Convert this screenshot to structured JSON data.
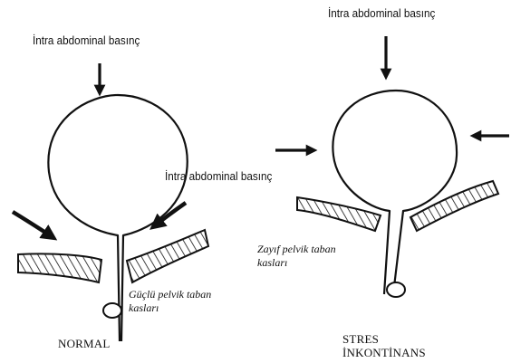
{
  "normal": {
    "pressure_label_top": "İntra abdominal basınç",
    "pressure_label_side": "İntra abdominal basınç",
    "muscle_label_line1": "Güçlü pelvik taban",
    "muscle_label_line2": "kasları",
    "caption": "NORMAL"
  },
  "stress": {
    "pressure_label_top": "İntra abdominal basınç",
    "muscle_label_line1": "Zayıf pelvik taban",
    "muscle_label_line2": "kasları",
    "caption_line1": "STRES",
    "caption_line2": "İNKONTİNANS"
  },
  "colors": {
    "ink": "#111111",
    "background": "#ffffff"
  }
}
